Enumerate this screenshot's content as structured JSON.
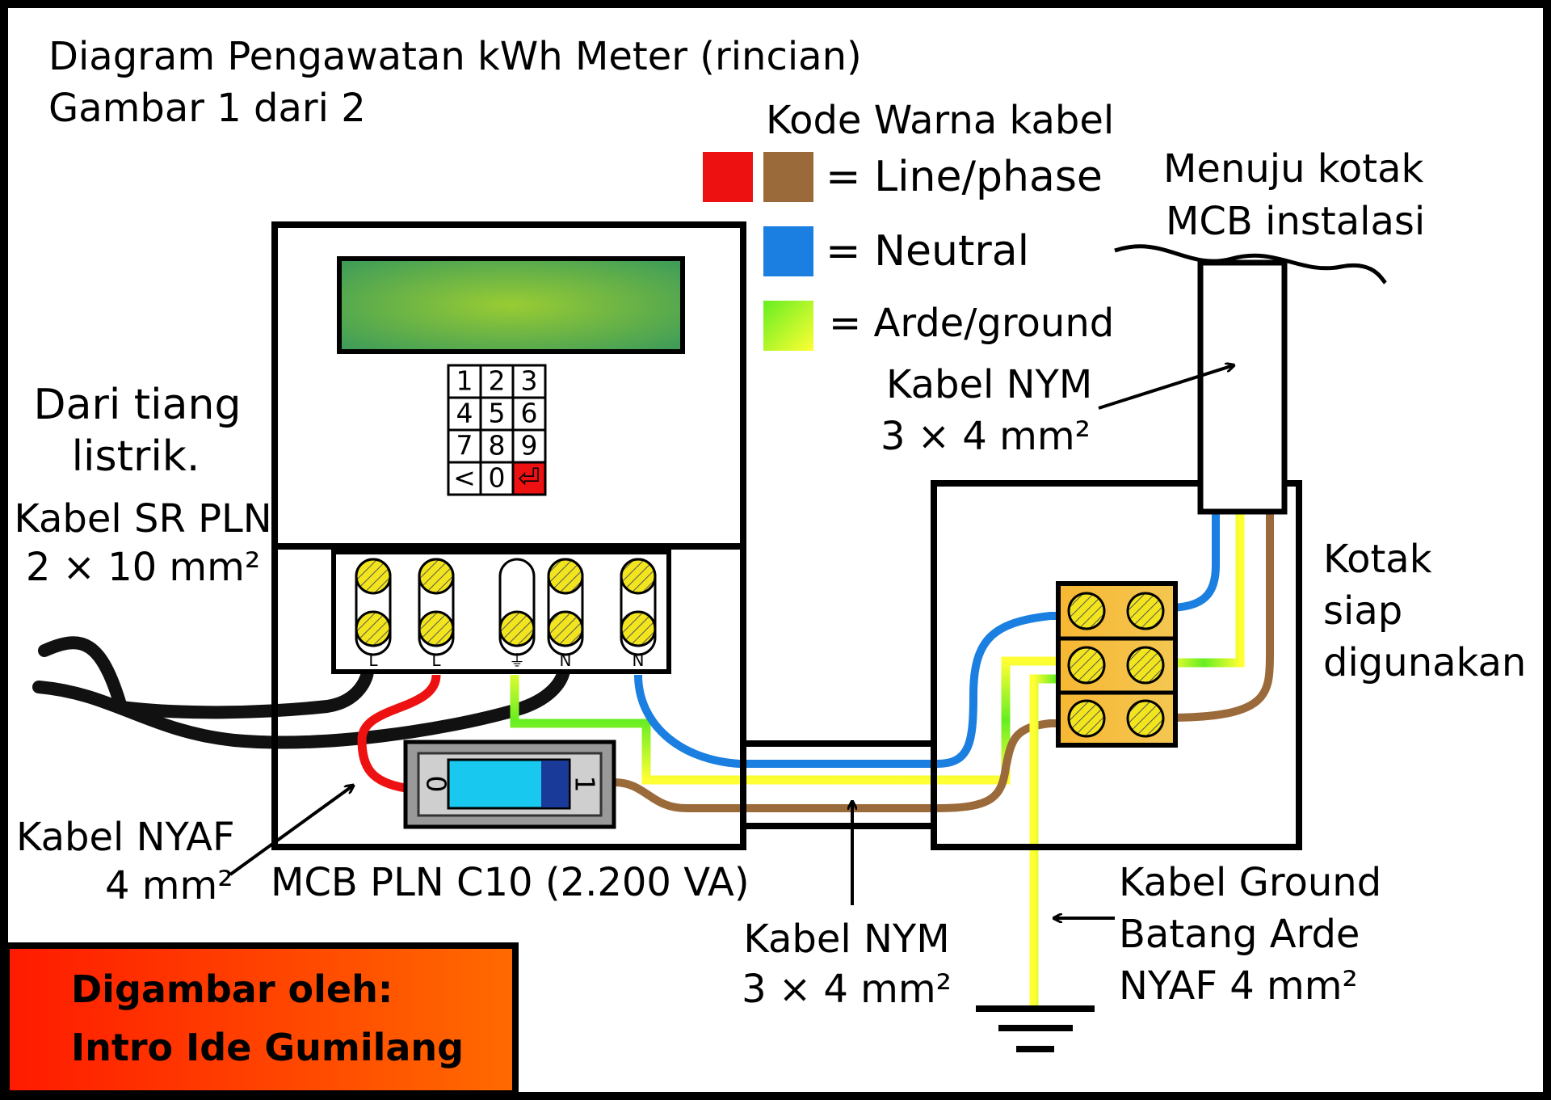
{
  "title": {
    "line1": "Diagram Pengawatan kWh Meter (rincian)",
    "line2": "Gambar 1 dari 2"
  },
  "legend": {
    "title": "Kode Warna kabel",
    "items": [
      {
        "label": "= Line/phase",
        "colors": [
          "#ee1111",
          "#9b6a3a"
        ]
      },
      {
        "label": "= Neutral",
        "colors": [
          "#1a7fe0"
        ]
      },
      {
        "label": "= Arde/ground",
        "colors": [
          "#66ee22",
          "#ffff33"
        ]
      }
    ]
  },
  "labels": {
    "from_pole_1": "Dari tiang",
    "from_pole_2": "listrik.",
    "sr_cable_1": "Kabel SR PLN",
    "sr_cable_2": "2 × 10 mm²",
    "nyaf_1": "Kabel NYAF",
    "nyaf_2": "4 mm²",
    "mcb": "MCB PLN C10 (2.200 VA)",
    "nym_bottom_1": "Kabel NYM",
    "nym_bottom_2": "3 × 4 mm²",
    "nym_top_1": "Kabel NYM",
    "nym_top_2": "3 × 4 mm²",
    "to_mcb_box_1": "Menuju kotak",
    "to_mcb_box_2": "MCB instalasi",
    "ready_box_1": "Kotak",
    "ready_box_2": "siap",
    "ready_box_3": "digunakan",
    "ground_cable_1": "Kabel Ground",
    "ground_cable_2": "Batang Arde",
    "ground_cable_3": "NYAF 4 mm²"
  },
  "keypad": {
    "keys": [
      "1",
      "2",
      "3",
      "4",
      "5",
      "6",
      "7",
      "8",
      "9",
      "<",
      "0",
      "⏎"
    ]
  },
  "terminals": {
    "labels": [
      "L",
      "L",
      "⏚",
      "N",
      "N"
    ]
  },
  "mcb_switch": {
    "off_mark": "0",
    "on_mark": "1"
  },
  "credit": {
    "line1": "Digambar oleh:",
    "line2": "Intro Ide Gumilang"
  },
  "colors": {
    "line_red": "#ee1111",
    "line_brown": "#9b6a3a",
    "neutral_blue": "#1a7fe0",
    "ground_green": "#66ee22",
    "ground_yellow": "#ffff33",
    "screw_yellow": "#f2e51e",
    "terminal_orange": "#f7b733",
    "mcb_blue": "#18c8ee",
    "credit_red": "#ff1a00",
    "credit_orange": "#ff6a00"
  }
}
